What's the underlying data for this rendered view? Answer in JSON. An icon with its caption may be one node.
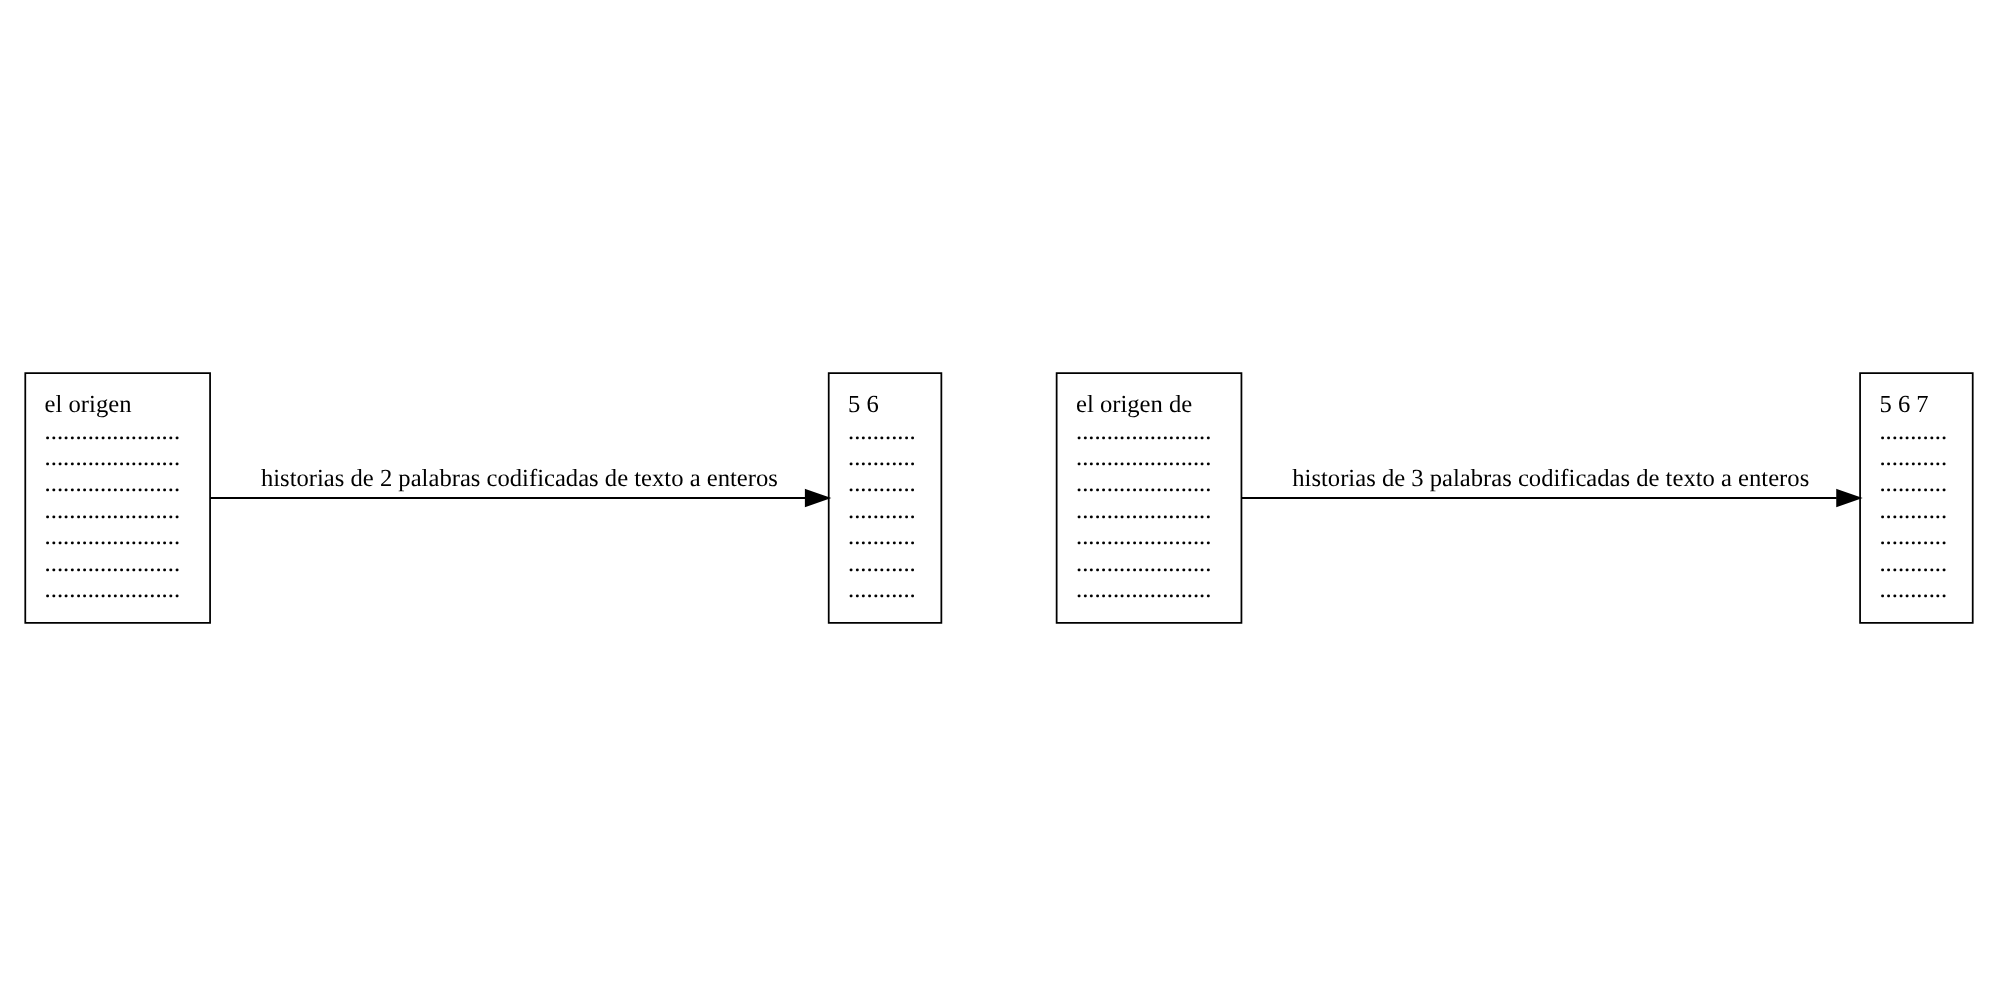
{
  "diagram": {
    "nodes": [
      {
        "text": [
          "el origen",
          "......................",
          "......................",
          "......................",
          "......................",
          "......................",
          "......................",
          "......................"
        ]
      },
      {
        "text": [
          "el origen de",
          "......................",
          "......................",
          "......................",
          "......................",
          "......................",
          "......................",
          "......................"
        ]
      },
      {
        "text": [
          "5 6",
          "...........",
          "...........",
          "...........",
          "...........",
          "...........",
          "...........",
          "..........."
        ]
      },
      {
        "text": [
          "5 6 7",
          "...........",
          "...........",
          "...........",
          "...........",
          "...........",
          "...........",
          "..........."
        ]
      }
    ],
    "edges": [
      {
        "from": 0,
        "to": 2,
        "arrow": "to",
        "label": "historias de 2 palabras codificadas de texto a enteros"
      },
      {
        "from": 1,
        "to": 3,
        "arrow": "to",
        "label": "historias de 3 palabras codificadas de texto a enteros"
      }
    ]
  }
}
